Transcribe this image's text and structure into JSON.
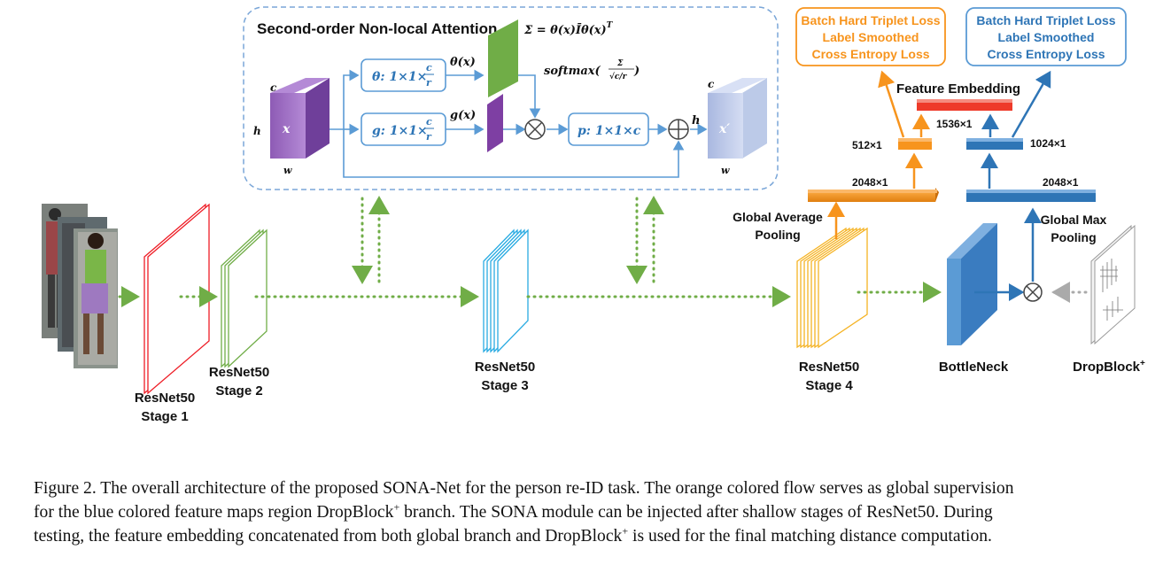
{
  "figure": {
    "sona_title": "Second-order Non-local Attention",
    "sigma_eq": "Σ = θ(x)Īθ(x)",
    "sigma_sup": "T",
    "theta_box": "θ: 1×1×",
    "g_box": "g: 1×1×",
    "frac_num": "c",
    "frac_den": "r",
    "theta_out": "θ(x)",
    "g_out": "g(x)",
    "softmax": "softmax(",
    "softmax_num": "Σ",
    "softmax_den": "√c/r",
    "softmax_close": ")",
    "p_box": "p: 1×1×c",
    "dim_c": "c",
    "dim_h": "h",
    "dim_w": "w",
    "x_in": "x",
    "x_out": "x′",
    "stage1": [
      "ResNet50",
      "Stage 1"
    ],
    "stage2": [
      "ResNet50",
      "Stage 2"
    ],
    "stage3": [
      "ResNet50",
      "Stage 3"
    ],
    "stage4": [
      "ResNet50",
      "Stage 4"
    ],
    "bottleneck": "BottleNeck",
    "dropblock": "DropBlock",
    "dropblock_sup": "+",
    "gap": [
      "Global Average",
      "Pooling"
    ],
    "gmp": [
      "Global Max",
      "Pooling"
    ],
    "dim_2048_left": "2048×1",
    "dim_2048_right": "2048×1",
    "dim_512": "512×1",
    "dim_1024": "1024×1",
    "dim_1536": "1536×1",
    "feature_embedding": "Feature Embedding",
    "orange_loss": [
      "Batch Hard Triplet Loss",
      "Label Smoothed",
      "Cross Entropy Loss"
    ],
    "blue_loss": [
      "Batch Hard Triplet Loss",
      "Label Smoothed",
      "Cross Entropy Loss"
    ],
    "colors": {
      "orange": "#f7941d",
      "blue": "#2e75b6",
      "red": "#ee1c25",
      "green": "#70ad47",
      "cyan": "#29abe2",
      "purple": "#8e5bb5",
      "yellow": "#f5b324"
    }
  },
  "caption": {
    "line1": "Figure 2. The overall architecture of the proposed SONA-Net for the person re-ID task. The orange colored flow serves as global supervision",
    "line2a": "for the blue colored feature maps region DropBlock",
    "line2sup": "+",
    "line2b": " branch. The SONA module can be injected after shallow stages of ResNet50. During",
    "line3a": "testing, the feature embedding concatenated from both global branch and DropBlock",
    "line3sup": "+",
    "line3b": " is used for the final matching distance computation."
  }
}
